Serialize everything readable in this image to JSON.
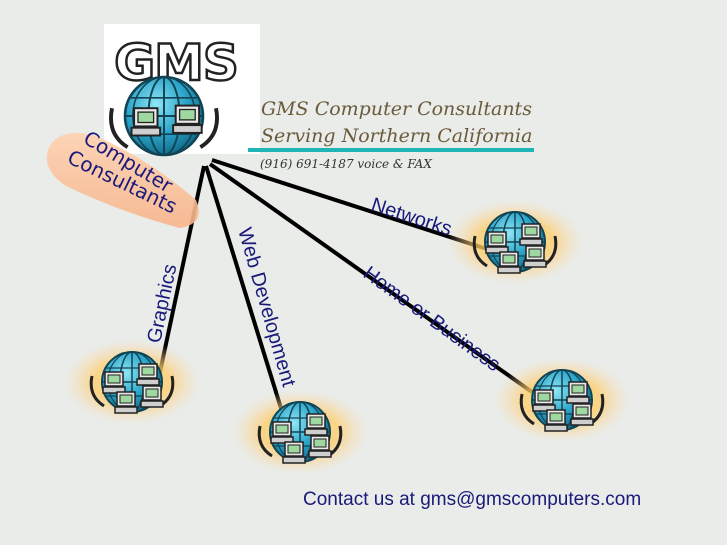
{
  "logo": {
    "text": "GMS"
  },
  "company": {
    "name": "GMS Computer Consultants",
    "tagline": "Serving Northern California",
    "phone": "(916) 691-4187 voice & FAX"
  },
  "hub": {
    "badge_line1": "Computer",
    "badge_line2": "Consultants"
  },
  "links": {
    "networks": "Networks",
    "home_business": "Home or Business",
    "web_development": "Web Development",
    "graphics": "Graphics"
  },
  "contact": {
    "text": "Contact us at gms@gmscomputers.com"
  },
  "colors": {
    "background": "#e9ece8",
    "globe": "#2aa3c8",
    "accent_line": "#1fb5b5",
    "link_text": "#1a1a7a",
    "brand_text": "#6b5a3c",
    "glow": "#ffcc33"
  }
}
